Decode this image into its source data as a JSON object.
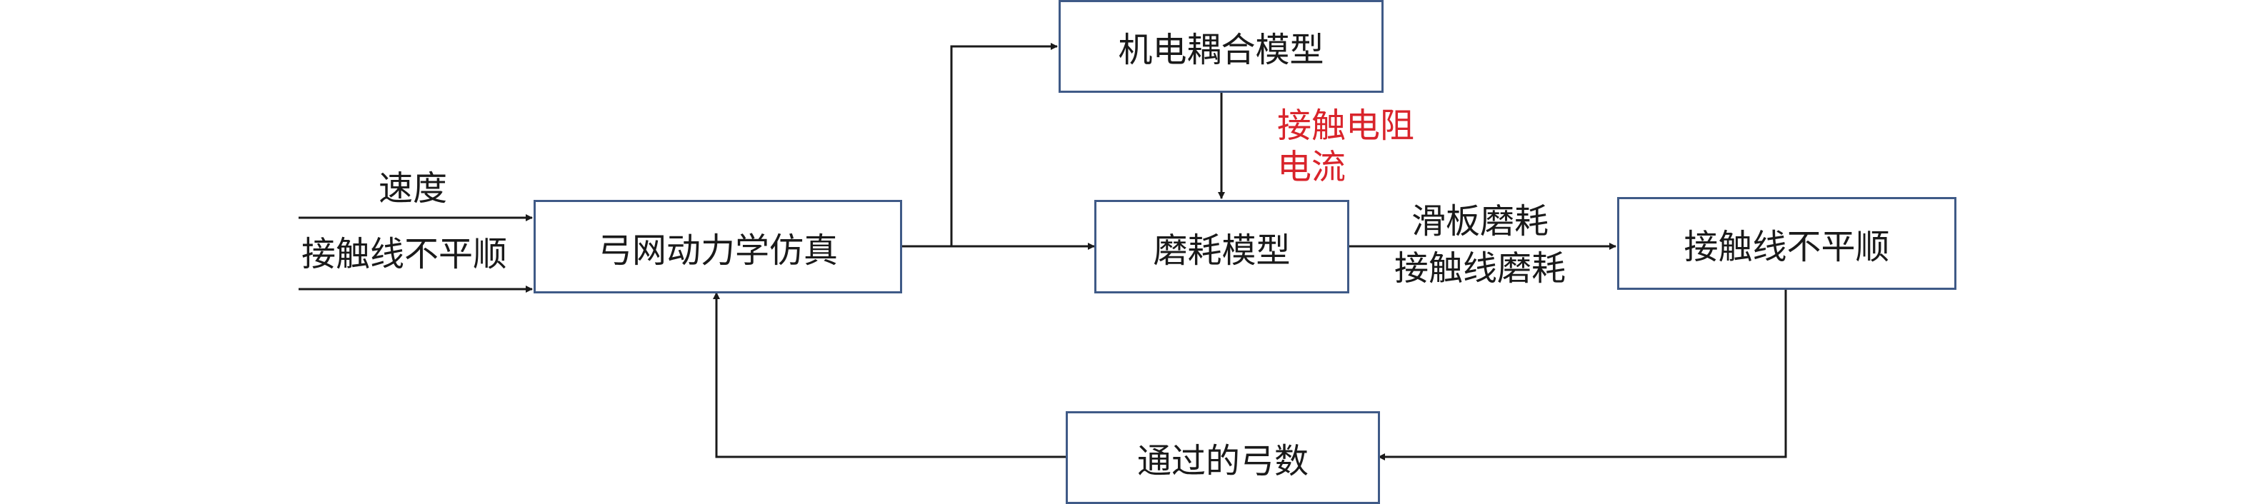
{
  "boxes": {
    "pantograph_sim": "弓网动力学仿真",
    "electromech_model": "机电耦合模型",
    "wear_model": "磨耗模型",
    "irregularity_out": "接触线不平顺",
    "passing_count": "通过的弓数"
  },
  "labels": {
    "speed": "速度",
    "irregularity_in": "接触线不平顺",
    "contact_resistance": "接触电阻",
    "current": "电流",
    "strip_wear": "滑板磨耗",
    "wire_wear": "接触线磨耗"
  },
  "colors": {
    "box_border": "#3f5a87",
    "line": "#1a1a1a",
    "highlight_text": "#d9242b"
  }
}
